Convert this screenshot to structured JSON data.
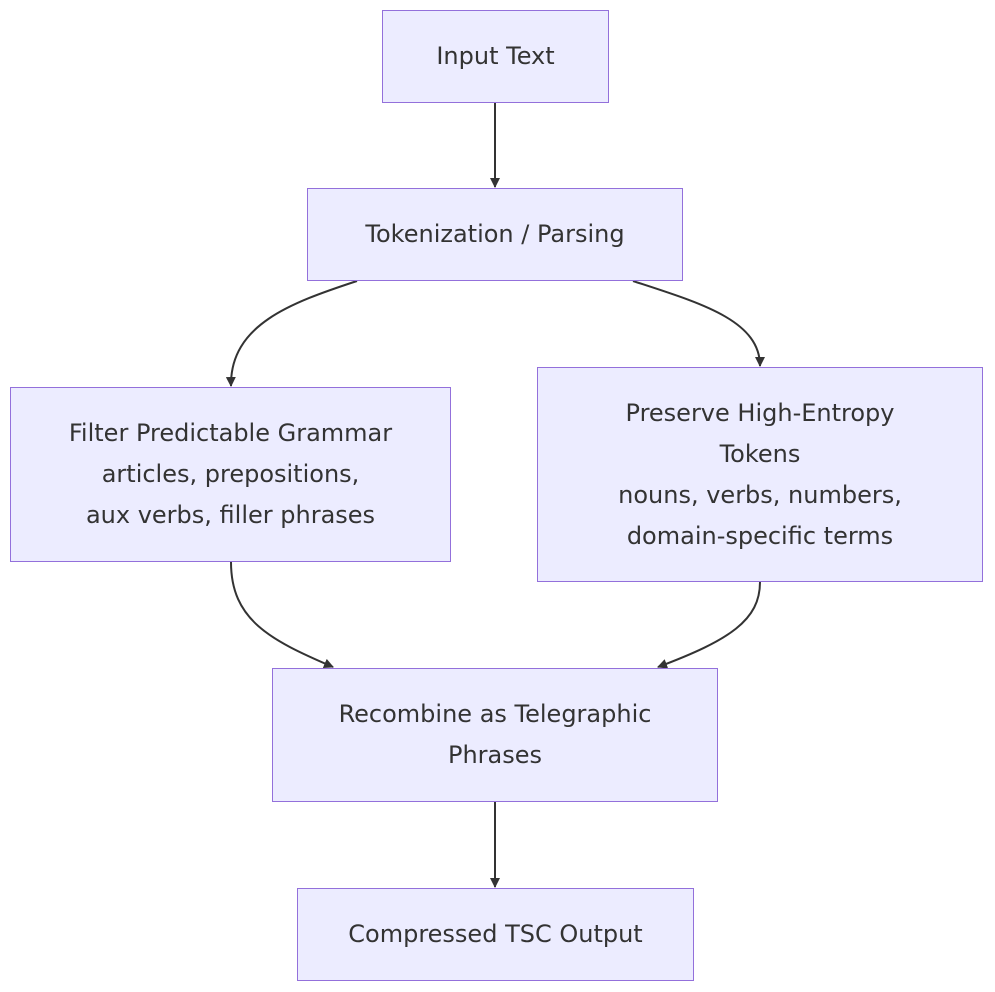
{
  "nodes": {
    "input": {
      "line1": "Input Text"
    },
    "tokenize": {
      "line1": "Tokenization / Parsing"
    },
    "filter": {
      "line1": "Filter Predictable Grammar",
      "line2": "articles, prepositions,",
      "line3": "aux verbs, filler phrases"
    },
    "preserve": {
      "line1": "Preserve High-Entropy",
      "line2": "Tokens",
      "line3": "nouns, verbs, numbers,",
      "line4": "domain-specific terms"
    },
    "recombine": {
      "line1": "Recombine as Telegraphic",
      "line2": "Phrases"
    },
    "output": {
      "line1": "Compressed TSC Output"
    }
  },
  "colors": {
    "node_fill": "#ececff",
    "node_border": "#9370db",
    "text": "#333333",
    "edge": "#333333"
  }
}
